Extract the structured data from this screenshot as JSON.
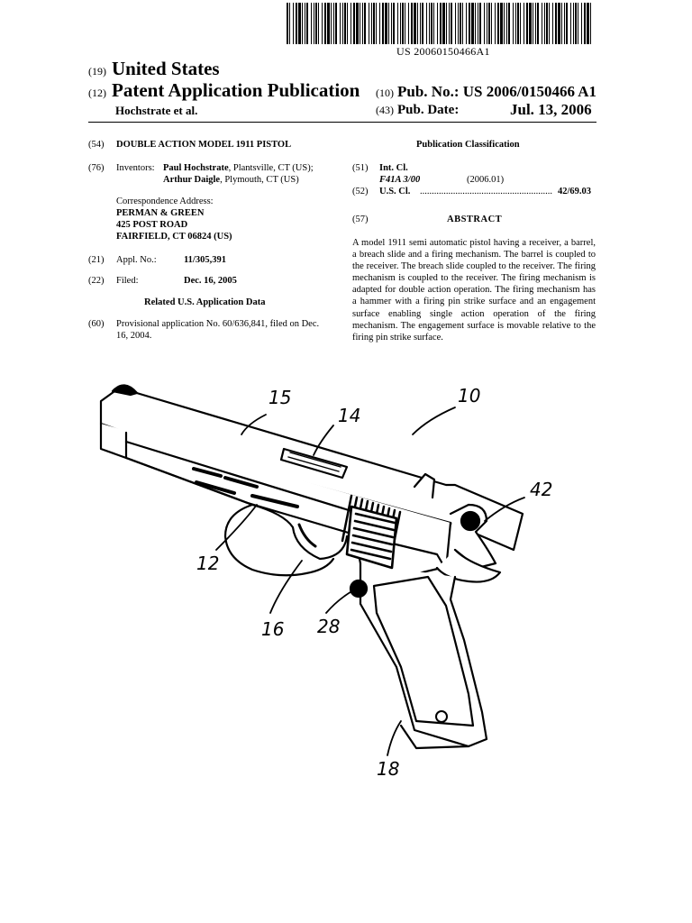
{
  "header": {
    "barcode_label": "US 20060150466A1",
    "country_tag": "(19)",
    "country": "United States",
    "type_tag": "(12)",
    "pub_type": "Patent Application Publication",
    "pub_no_tag": "(10)",
    "pub_no_label": "Pub. No.:",
    "pub_no": "US 2006/0150466 A1",
    "inventor_short": "Hochstrate et al.",
    "pub_date_tag": "(43)",
    "pub_date_label": "Pub. Date:",
    "pub_date": "Jul. 13, 2006"
  },
  "left": {
    "title_tag": "(54)",
    "title": "DOUBLE ACTION MODEL 1911 PISTOL",
    "inventors_tag": "(76)",
    "inventors_label": "Inventors:",
    "inventor1_name": "Paul Hochstrate",
    "inventor1_loc": ", Plantsville, CT (US);",
    "inventor2_name": "Arthur Daigle",
    "inventor2_loc": ", Plymouth, CT (US)",
    "corr_label": "Correspondence Address:",
    "corr_line1": "PERMAN & GREEN",
    "corr_line2": "425 POST ROAD",
    "corr_line3": "FAIRFIELD, CT 06824 (US)",
    "appl_tag": "(21)",
    "appl_label": "Appl. No.:",
    "appl_no": "11/305,391",
    "filed_tag": "(22)",
    "filed_label": "Filed:",
    "filed_date": "Dec. 16, 2005",
    "related_heading": "Related U.S. Application Data",
    "prov_tag": "(60)",
    "prov_line1": "Provisional application No. 60/636,841, filed on Dec.",
    "prov_line2": "16, 2004."
  },
  "right": {
    "classification_heading": "Publication Classification",
    "intcl_tag": "(51)",
    "intcl_label": "Int. Cl.",
    "intcl_code": "F41A  3/00",
    "intcl_year": "(2006.01)",
    "uscl_tag": "(52)",
    "uscl_label": "U.S. Cl.",
    "uscl_dots": "........................................................",
    "uscl_value": "42/69.03",
    "abstract_tag": "(57)",
    "abstract_heading": "ABSTRACT",
    "abstract_text": "A model 1911 semi automatic pistol having a receiver, a barrel, a breach slide and a firing mechanism. The barrel is coupled to the receiver. The breach slide coupled to the receiver. The firing mechanism is coupled to the receiver. The firing mechanism is adapted for double action operation. The firing mechanism has a hammer with a firing pin strike surface and an engagement surface enabling single action operation of the firing mechanism. The engagement surface is movable relative to the firing pin strike surface."
  },
  "drawing": {
    "refs": [
      "15",
      "14",
      "10",
      "42",
      "12",
      "16",
      "28",
      "18"
    ]
  }
}
